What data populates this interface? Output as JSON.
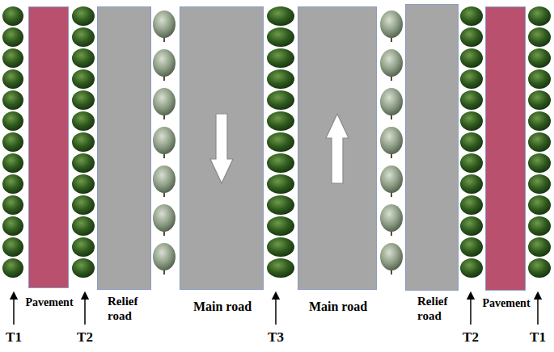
{
  "diagram": {
    "nodes": [
      {
        "text": [
          "Pavement"
        ]
      },
      {
        "text": [
          "Relief road"
        ]
      },
      {
        "text": [
          "Main road"
        ]
      },
      {
        "text": [
          "Main road"
        ]
      },
      {
        "text": [
          "Relief road"
        ]
      },
      {
        "text": [
          "Pavement"
        ]
      }
    ],
    "labels": [
      "T1",
      "T2",
      "T3",
      "T2",
      "T1"
    ]
  }
}
